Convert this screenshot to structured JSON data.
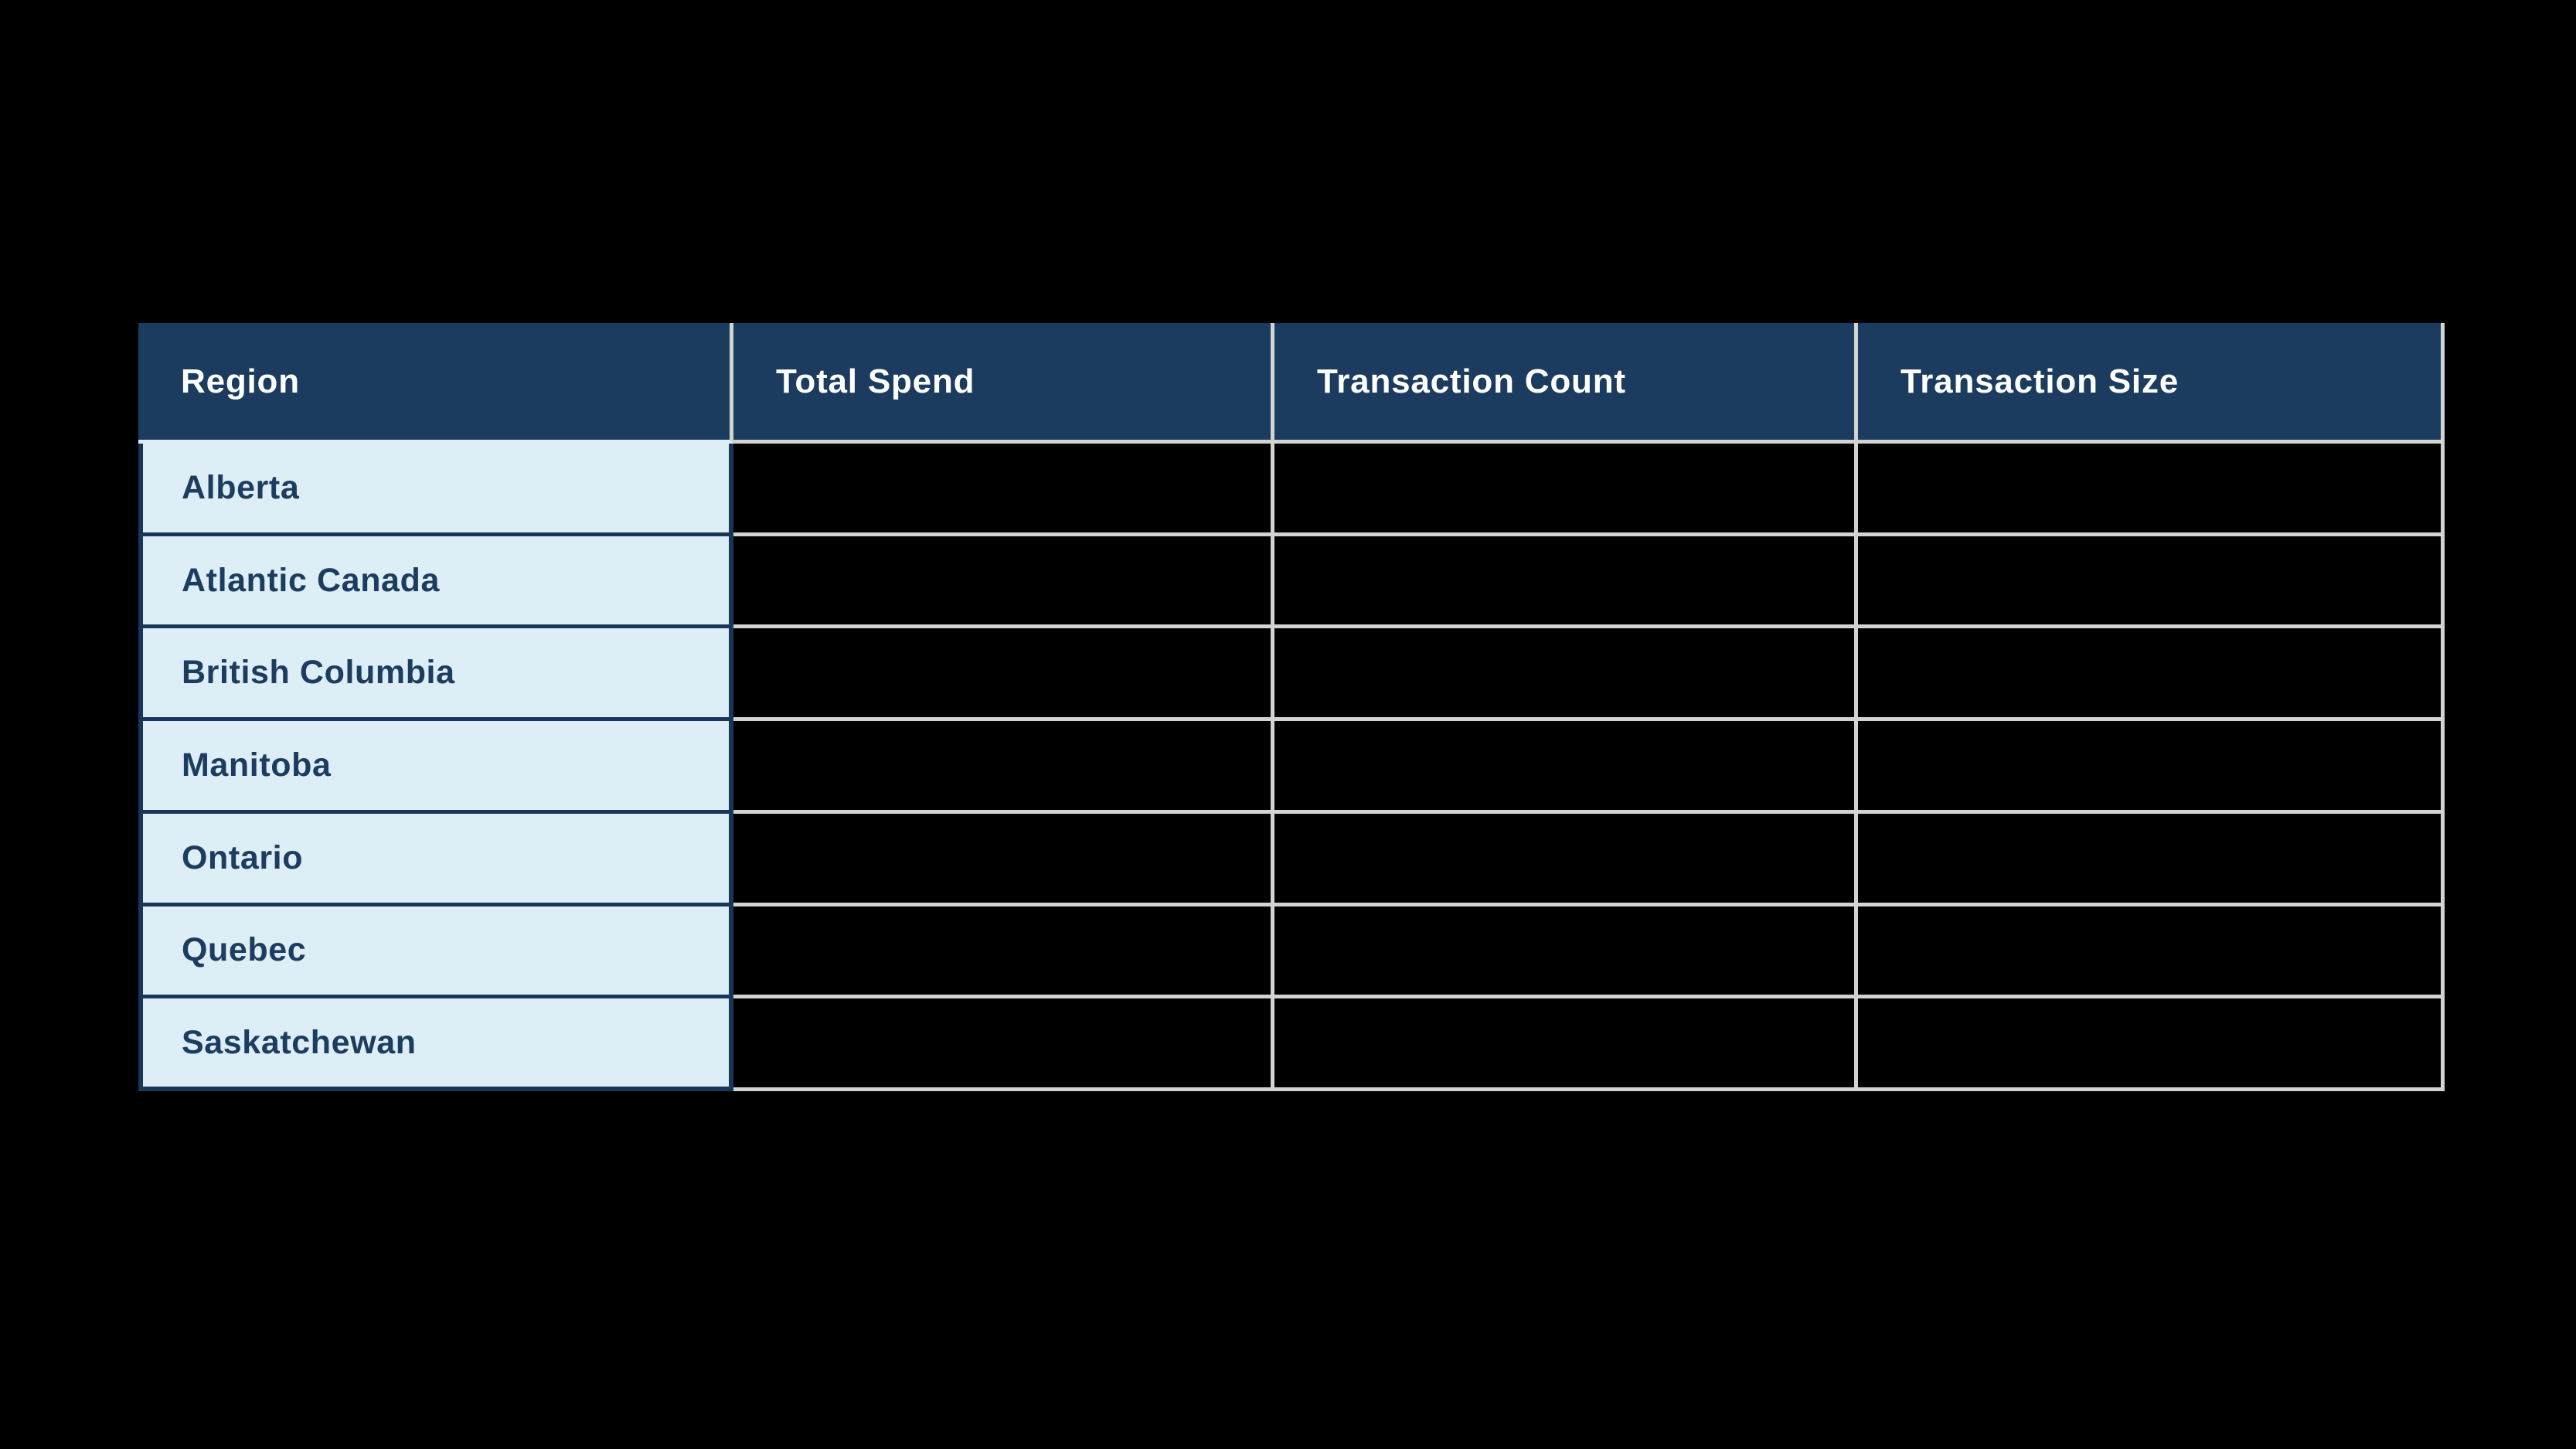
{
  "page": {
    "background": "#000000"
  },
  "table": {
    "columns": [
      {
        "label": "Region"
      },
      {
        "label": "Total Spend"
      },
      {
        "label": "Transaction Count"
      },
      {
        "label": "Transaction Size"
      }
    ],
    "rows": [
      {
        "region": "Alberta",
        "total_spend": "",
        "transaction_count": "",
        "transaction_size": ""
      },
      {
        "region": "Atlantic Canada",
        "total_spend": "",
        "transaction_count": "",
        "transaction_size": ""
      },
      {
        "region": "British Columbia",
        "total_spend": "",
        "transaction_count": "",
        "transaction_size": ""
      },
      {
        "region": "Manitoba",
        "total_spend": "",
        "transaction_count": "",
        "transaction_size": ""
      },
      {
        "region": "Ontario",
        "total_spend": "",
        "transaction_count": "",
        "transaction_size": ""
      },
      {
        "region": "Quebec",
        "total_spend": "",
        "transaction_count": "",
        "transaction_size": ""
      },
      {
        "region": "Saskatchewan",
        "total_spend": "",
        "transaction_count": "",
        "transaction_size": ""
      }
    ],
    "colors": {
      "header_background": "#1b3c5e",
      "header_text": "#ffffff",
      "row_label_background": "#ddeef6",
      "row_label_text": "#1c3d60",
      "navy_border": "#17365a",
      "grid_line": "#d2d4d4",
      "page_background": "#000000"
    }
  },
  "chart_data": {
    "type": "table",
    "columns": [
      "Region",
      "Total Spend",
      "Transaction Count",
      "Transaction Size"
    ],
    "rows": [
      [
        "Alberta",
        "",
        "",
        ""
      ],
      [
        "Atlantic Canada",
        "",
        "",
        ""
      ],
      [
        "British Columbia",
        "",
        "",
        ""
      ],
      [
        "Manitoba",
        "",
        "",
        ""
      ],
      [
        "Ontario",
        "",
        "",
        ""
      ],
      [
        "Quebec",
        "",
        "",
        ""
      ],
      [
        "Saskatchewan",
        "",
        "",
        ""
      ]
    ],
    "layout": {
      "data_cells_empty": true,
      "grid_on": true,
      "legend": "none",
      "background": "black"
    }
  }
}
